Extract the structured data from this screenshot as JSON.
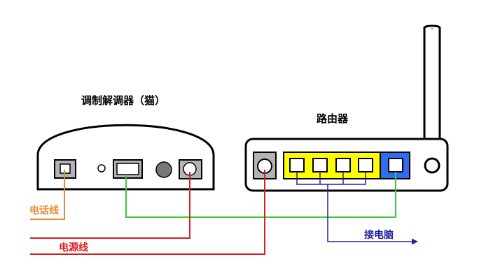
{
  "labels": {
    "modem": "调制解调器（猫）",
    "router": "路由器",
    "phone_line": "电话线",
    "power_line": "电源线",
    "to_computer": "接电脑"
  },
  "colors": {
    "phone_line": "#e88a2e",
    "power_line": "#d91e1e",
    "wan_line": "#3ccc3c",
    "lan_line": "#23239c",
    "lan_ports": "#ffff00",
    "wan_port": "#2e6cf0",
    "device_gray": "#b3b3b3"
  }
}
